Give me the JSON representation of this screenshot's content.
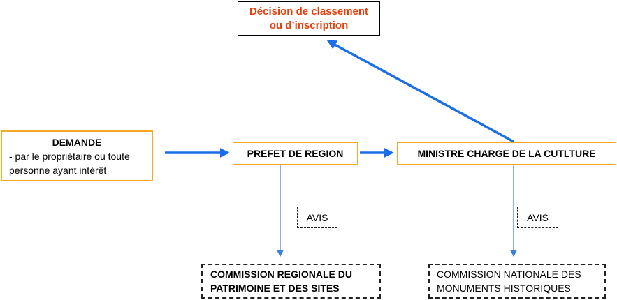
{
  "nodes": {
    "decision": {
      "line1": "Décision de classement",
      "line2": "ou d’inscription"
    },
    "demande": {
      "title": "DEMANDE",
      "line1": "- par le propriétaire ou toute",
      "line2": "personne ayant intérêt"
    },
    "prefet": {
      "label": "PREFET DE REGION"
    },
    "ministre": {
      "label": "MINISTRE CHARGE DE LA CUTLTURE"
    },
    "crps": {
      "line1": "COMMISSION REGIONALE DU",
      "line2": "PATRIMOINE ET DES SITES"
    },
    "cnmh": {
      "line1": "COMMISSION NATIONALE DES",
      "line2": "MONUMENTS HISTORIQUES"
    }
  },
  "avis": {
    "regional": "AVIS",
    "national": "AVIS"
  },
  "colors": {
    "decision_text": "#e8400c",
    "box_border": "#f7a823",
    "arrow_thick": "#1a6ee8",
    "arrow_thin": "#3b7fe0"
  }
}
